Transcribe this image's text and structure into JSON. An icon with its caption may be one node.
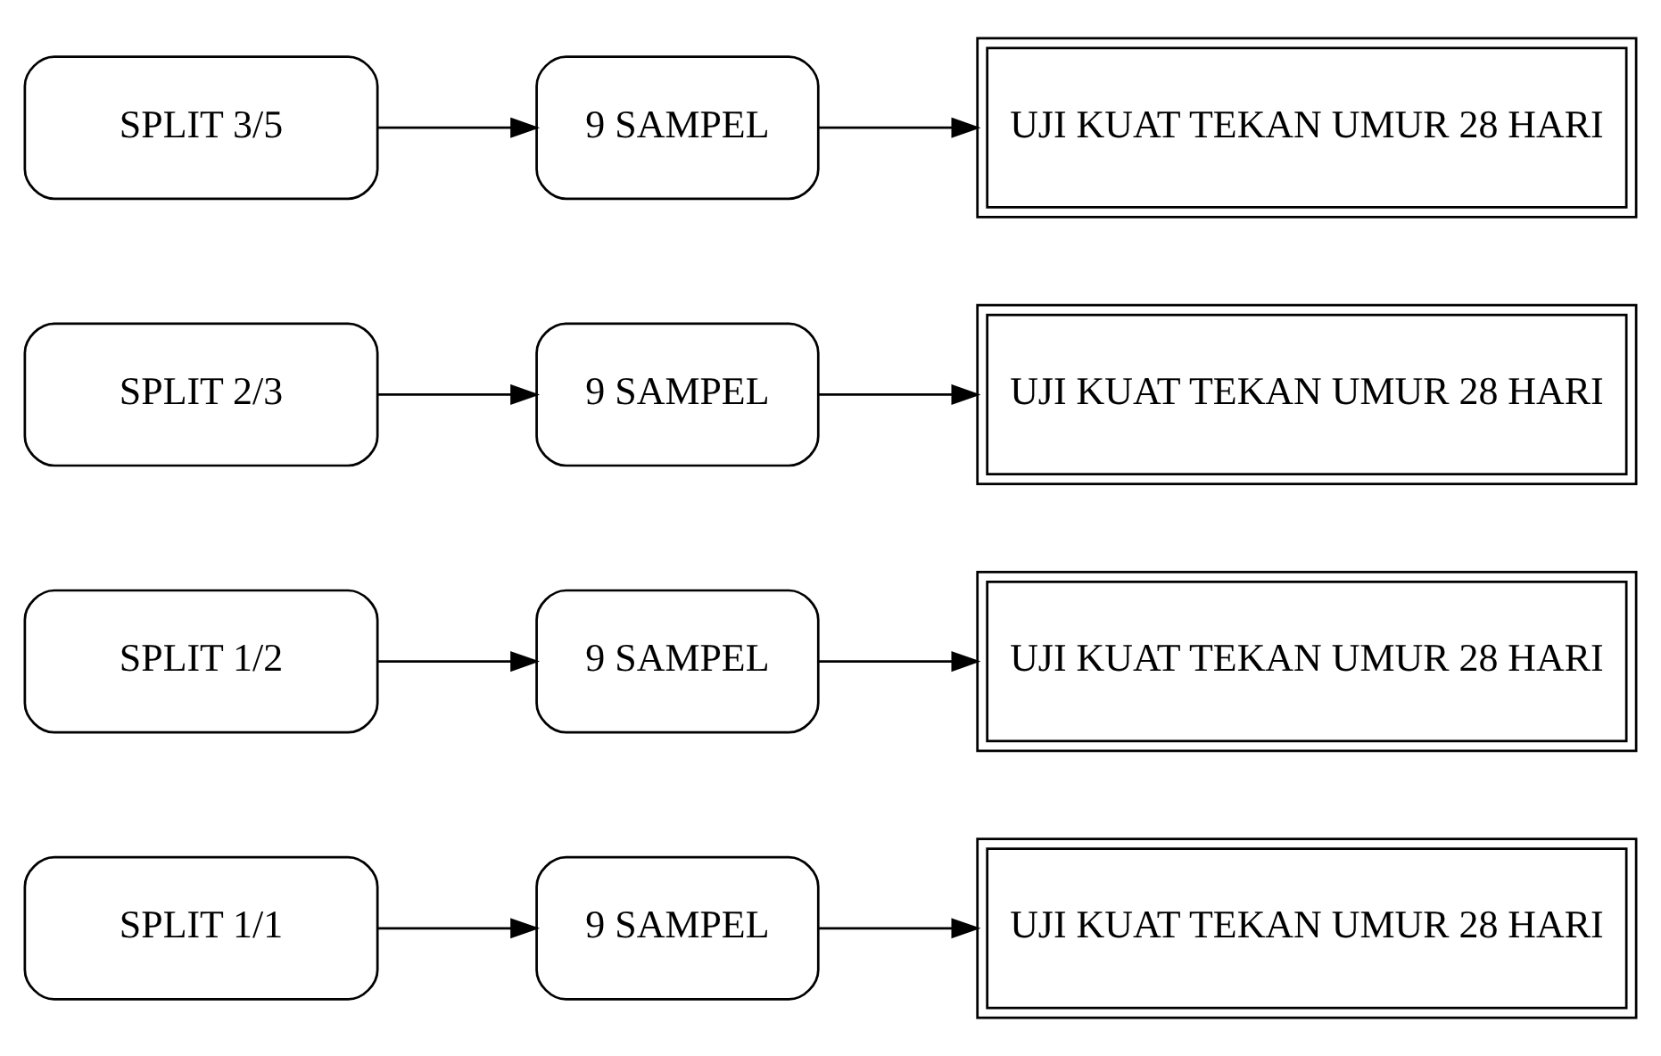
{
  "diagram": {
    "nodes": [
      {
        "text": [
          "SPLIT 1/1"
        ]
      },
      {
        "text": [
          "9 SAMPEL"
        ]
      },
      {
        "text": [
          "UJI KUAT TEKAN UMUR 28 HARI"
        ]
      },
      {
        "text": [
          "SPLIT 1/2"
        ]
      },
      {
        "text": [
          "9 SAMPEL"
        ]
      },
      {
        "text": [
          "UJI KUAT TEKAN UMUR 28 HARI"
        ]
      },
      {
        "text": [
          "SPLIT 2/3"
        ]
      },
      {
        "text": [
          "9 SAMPEL"
        ]
      },
      {
        "text": [
          "UJI KUAT TEKAN UMUR 28 HARI"
        ]
      },
      {
        "text": [
          "SPLIT 3/5"
        ]
      },
      {
        "text": [
          "9 SAMPEL"
        ]
      },
      {
        "text": [
          "UJI KUAT TEKAN UMUR 28 HARI"
        ]
      }
    ],
    "edges": [
      {
        "from": 0,
        "to": 1,
        "arrow": "to"
      },
      {
        "from": 1,
        "to": 2,
        "arrow": "to"
      },
      {
        "from": 3,
        "to": 4,
        "arrow": "to"
      },
      {
        "from": 4,
        "to": 5,
        "arrow": "to"
      },
      {
        "from": 6,
        "to": 7,
        "arrow": "to"
      },
      {
        "from": 7,
        "to": 8,
        "arrow": "to"
      },
      {
        "from": 9,
        "to": 10,
        "arrow": "to"
      },
      {
        "from": 10,
        "to": 11,
        "arrow": "to"
      }
    ]
  }
}
